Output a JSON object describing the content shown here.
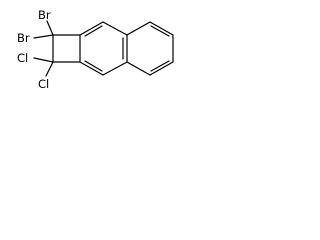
{
  "molecule": {
    "atoms": {
      "br1": "Br",
      "br2": "Br",
      "cl1": "Cl",
      "cl2": "Cl"
    },
    "colors": {
      "bond": "#000000",
      "text": "#000000",
      "background": "#ffffff"
    }
  }
}
